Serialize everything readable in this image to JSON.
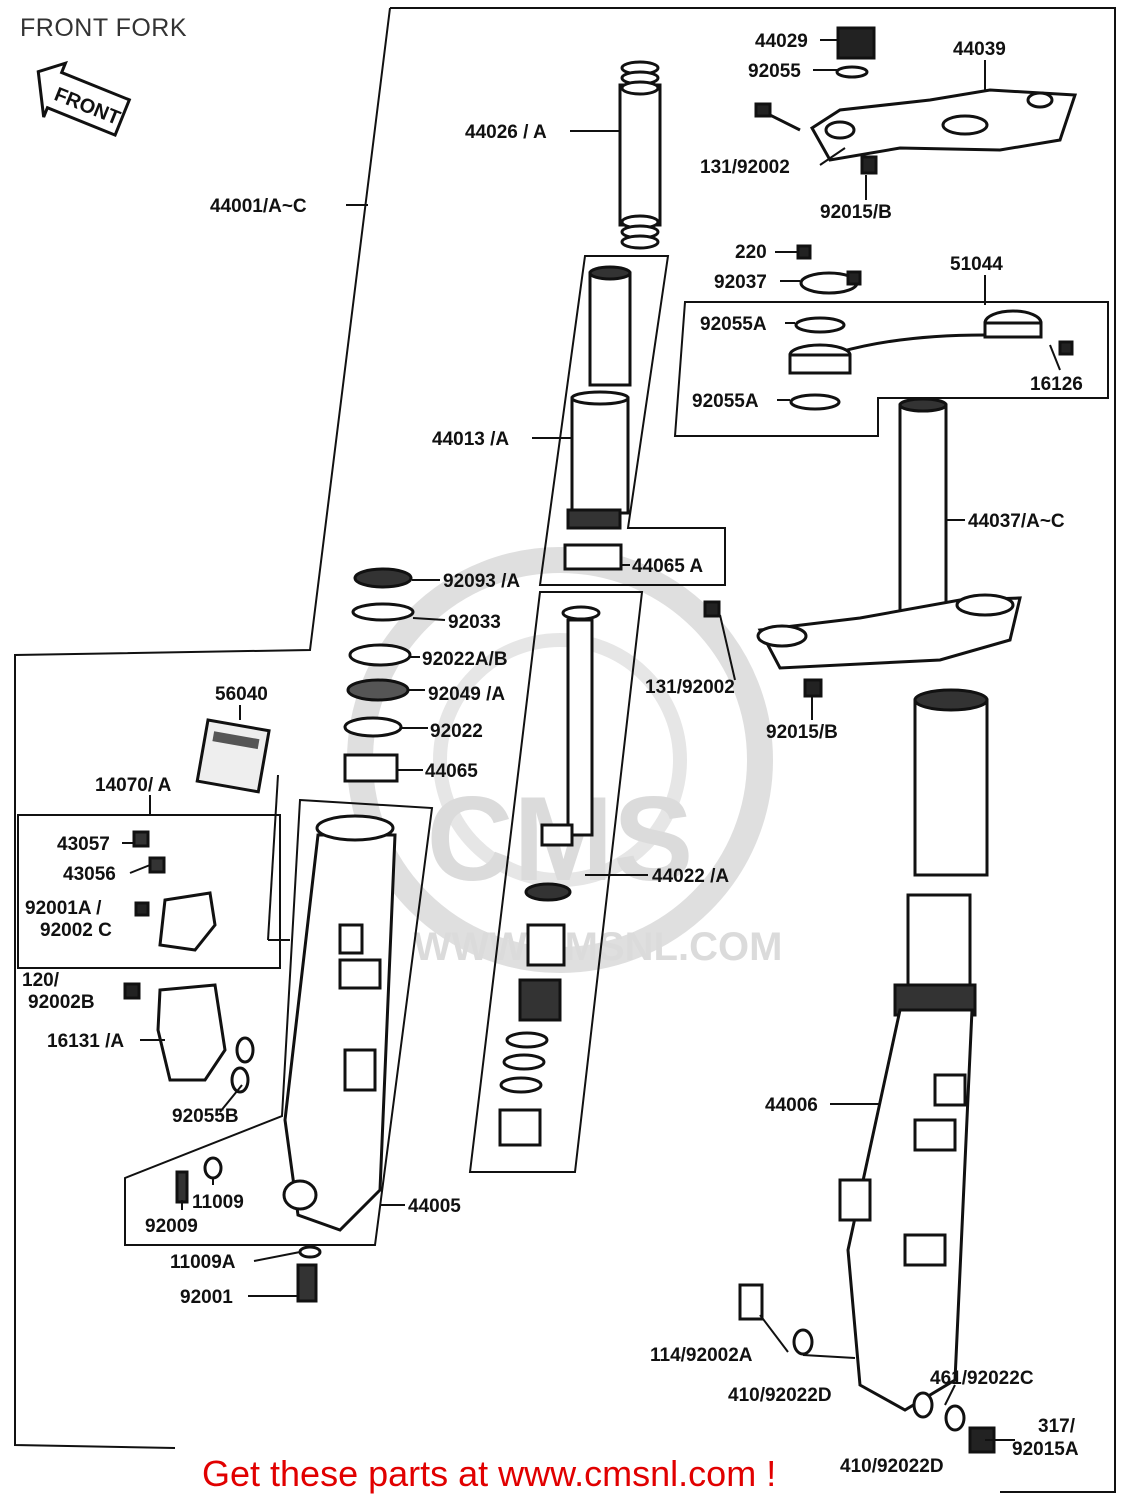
{
  "title": "FRONT FORK",
  "front_badge": "FRONT",
  "watermark": {
    "logo": "CMS",
    "url": "WWW.CMSNL.COM"
  },
  "footer": "Get these parts at www.cmsnl.com !",
  "labels": {
    "p44029": "44029",
    "p44039": "44039",
    "p92055": "92055",
    "p44026": "44026 / A",
    "p131_92002_top": "131/92002",
    "p92015b_top": "92015/B",
    "p44001": "44001/A~C",
    "p220": "220",
    "p92037": "92037",
    "p51044": "51044",
    "p92055a_1": "92055A",
    "p92055a_2": "92055A",
    "p16126": "16126",
    "p44013": "44013 /A",
    "p44037": "44037/A~C",
    "p44065a": "44065 A",
    "p92093": "92093 /A",
    "p92033": "92033",
    "p92022ab": "92022A/B",
    "p92049": "92049 /A",
    "p92022": "92022",
    "p44065": "44065",
    "p131_92002_mid": "131/92002",
    "p92015b_mid": "92015/B",
    "p56040": "56040",
    "p14070": "14070/ A",
    "p43057": "43057",
    "p43056": "43056",
    "p92001a": "92001A /",
    "p92002c": "92002 C",
    "p120": "120/",
    "p92002b": "92002B",
    "p16131": "16131 /A",
    "p92055b": "92055B",
    "p44022": "44022 /A",
    "p44006": "44006",
    "p11009": "11009",
    "p92009": "92009",
    "p44005": "44005",
    "p11009a": "11009A",
    "p92001": "92001",
    "p114": "114/92002A",
    "p410_1": "410/92022D",
    "p461": "461/92022C",
    "p317": "317/",
    "p92015a": "92015A",
    "p410_2": "410/92022D"
  },
  "colors": {
    "ink": "#111111",
    "footer": "#e10000",
    "watermark": "#d9d9d9"
  }
}
